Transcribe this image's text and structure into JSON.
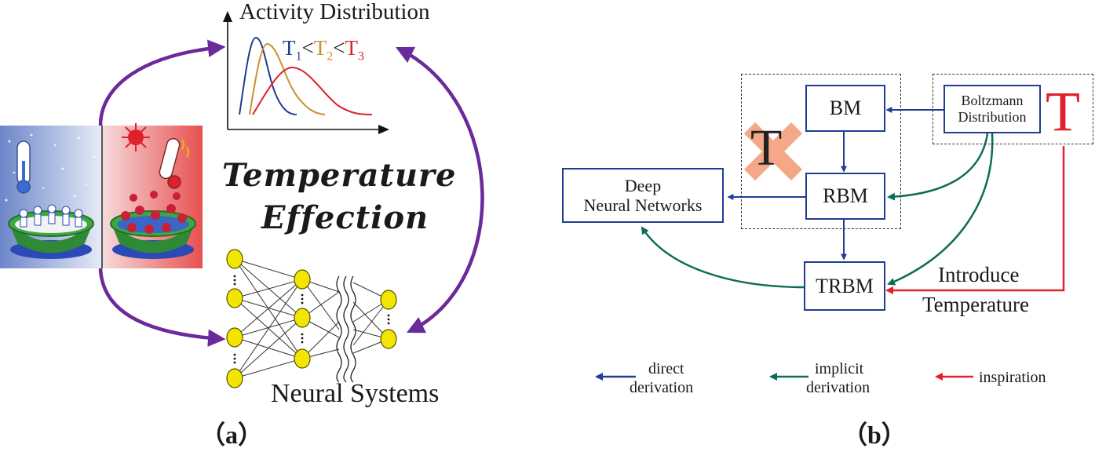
{
  "panel_a": {
    "activity_title": "Activity Distribution",
    "t1": "T",
    "t1_sub": "1",
    "lt1": "<",
    "t2": "T",
    "t2_sub": "2",
    "lt2": "<",
    "t3": "T",
    "t3_sub": "3",
    "headline_line1": "Temperature",
    "headline_line2": "Effection",
    "neural_label": "Neural Systems",
    "caption": "（a）"
  },
  "panel_b": {
    "bm": "BM",
    "rbm": "RBM",
    "trbm": "TRBM",
    "boltzmann_line1": "Boltzmann",
    "boltzmann_line2": "Distribution",
    "big_t": "T",
    "crossed_t": "T",
    "dnn_line1": "Deep",
    "dnn_line2": "Neural Networks",
    "introduce_line1": "Introduce",
    "introduce_line2": "Temperature",
    "caption": "（b）"
  },
  "legend": {
    "direct_line1": "direct",
    "direct_line2": "derivation",
    "implicit_line1": "implicit",
    "implicit_line2": "derivation",
    "inspiration": "inspiration"
  },
  "colors": {
    "blue": "#1f3d91",
    "green": "#0d6b5a",
    "red": "#e0202a",
    "purple": "#6a2a9a",
    "gold": "#c8922a",
    "node_yellow": "#f2e600"
  }
}
